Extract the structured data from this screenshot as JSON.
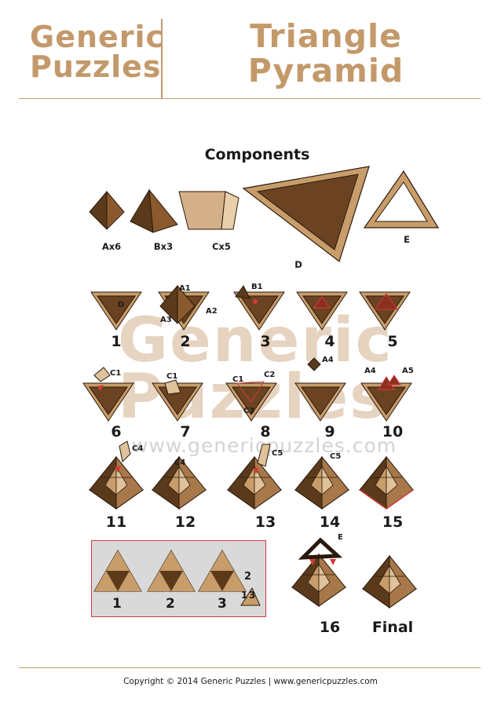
{
  "header": {
    "brand_line1": "Generic",
    "brand_line2": "Puzzles",
    "title_line1": "Triangle",
    "title_line2": "Pyramid"
  },
  "components": {
    "heading": "Components",
    "items": [
      {
        "label": "Ax6"
      },
      {
        "label": "Bx3"
      },
      {
        "label": "Cx5"
      },
      {
        "label": "D"
      },
      {
        "label": "E"
      }
    ]
  },
  "steps": [
    {
      "num": "1",
      "tags": [
        "D"
      ]
    },
    {
      "num": "2",
      "tags": [
        "A1",
        "A2",
        "A3"
      ]
    },
    {
      "num": "3",
      "tags": [
        "B1"
      ]
    },
    {
      "num": "4",
      "tags": []
    },
    {
      "num": "5",
      "tags": []
    },
    {
      "num": "6",
      "tags": [
        "C1"
      ]
    },
    {
      "num": "7",
      "tags": [
        "C1"
      ]
    },
    {
      "num": "8",
      "tags": [
        "C1",
        "C2",
        "C3"
      ]
    },
    {
      "num": "9",
      "tags": [
        "A4"
      ]
    },
    {
      "num": "10",
      "tags": [
        "A4",
        "A5"
      ]
    },
    {
      "num": "11",
      "tags": [
        "C4"
      ]
    },
    {
      "num": "12",
      "tags": [
        "C4"
      ]
    },
    {
      "num": "13",
      "tags": [
        "C5"
      ]
    },
    {
      "num": "14",
      "tags": [
        "C5"
      ]
    },
    {
      "num": "15",
      "tags": []
    },
    {
      "num": "16",
      "tags": [
        "E"
      ]
    },
    {
      "num": "Final",
      "tags": []
    }
  ],
  "inset": {
    "numbers": [
      "1",
      "2",
      "3"
    ],
    "fragment_digits": [
      "2",
      "1",
      "3"
    ]
  },
  "watermark": {
    "line1": "Generic",
    "line2": "Puzzles",
    "url": "www.genericpuzzles.com"
  },
  "footer": {
    "copyright": "Copyright © 2014 Generic Puzzles | www.genericpuzzles.com"
  },
  "colors": {
    "brand": "#c4996a",
    "wood_light": "#c89d6a",
    "wood_dark": "#6b4322",
    "highlight": "#d43a3a"
  }
}
